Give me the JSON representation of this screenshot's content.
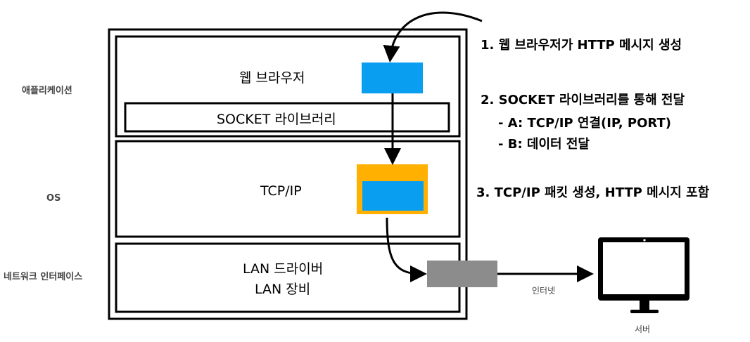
{
  "layers": {
    "application": "애플리케이션",
    "os": "OS",
    "network_interface": "네트워크 인터페이스"
  },
  "boxes": {
    "web_browser": "웹 브라우저",
    "socket_library": "SOCKET 라이브러리",
    "tcpip": "TCP/IP",
    "lan_driver": "LAN 드라이버",
    "lan_device": "LAN 장비"
  },
  "steps": {
    "step1": "1. 웹 브라우저가 HTTP 메시지 생성",
    "step2": "2. SOCKET 라이브러리를 통해 전달",
    "step2a": "- A: TCP/IP 연결(IP, PORT)",
    "step2b": "- B: 데이터 전달",
    "step3": "3. TCP/IP 패킷 생성, HTTP 메시지 포함"
  },
  "labels": {
    "internet": "인터넷",
    "server": "서버"
  },
  "colors": {
    "message_blue": "#0a9ef0",
    "packet_orange": "#ffb000",
    "nic_gray": "#8c8c8c"
  }
}
